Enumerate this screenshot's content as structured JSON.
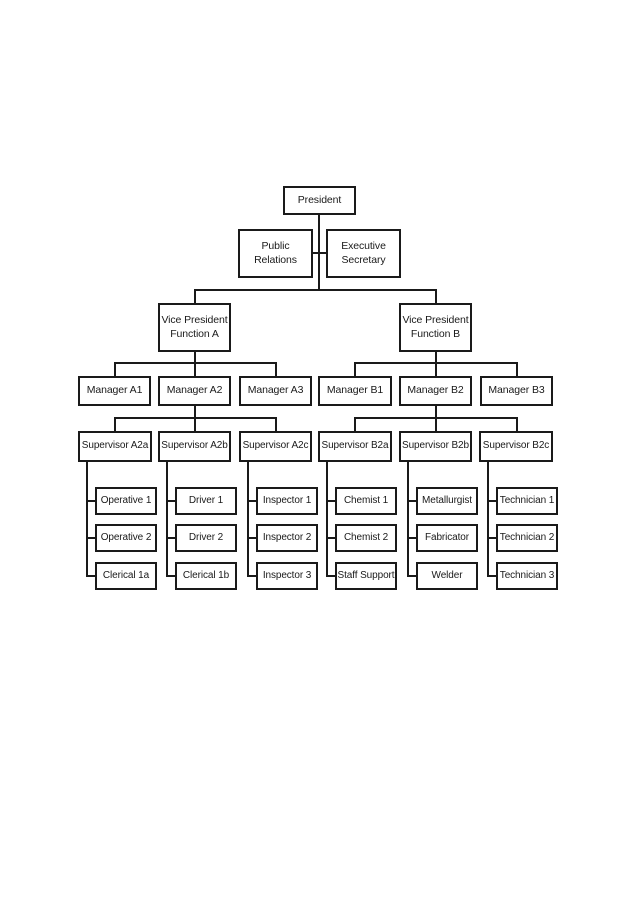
{
  "org": {
    "president": "President",
    "staff": {
      "public_relations": "Public\nRelations",
      "executive_secretary": "Executive\nSecretary"
    },
    "vp_a": "Vice President\nFunction A",
    "vp_b": "Vice President\nFunction B",
    "managers": {
      "a1": "Manager A1",
      "a2": "Manager A2",
      "a3": "Manager A3",
      "b1": "Manager B1",
      "b2": "Manager B2",
      "b3": "Manager B3"
    },
    "supervisors": {
      "a2a": "Supervisor A2a",
      "a2b": "Supervisor A2b",
      "a2c": "Supervisor A2c",
      "b2a": "Supervisor B2a",
      "b2b": "Supervisor B2b",
      "b2c": "Supervisor B2c"
    },
    "reports": {
      "a2a": [
        "Operative 1",
        "Operative 2",
        "Clerical 1a"
      ],
      "a2b": [
        "Driver 1",
        "Driver 2",
        "Clerical 1b"
      ],
      "a2c": [
        "Inspector 1",
        "Inspector 2",
        "Inspector 3"
      ],
      "b2a": [
        "Chemist 1",
        "Chemist 2",
        "Staff Support"
      ],
      "b2b": [
        "Metallurgist",
        "Fabricator",
        "Welder"
      ],
      "b2c": [
        "Technician 1",
        "Technician 2",
        "Technician 3"
      ]
    },
    "colors": {
      "ink": "#1a1a1a",
      "background": "#ffffff"
    }
  }
}
